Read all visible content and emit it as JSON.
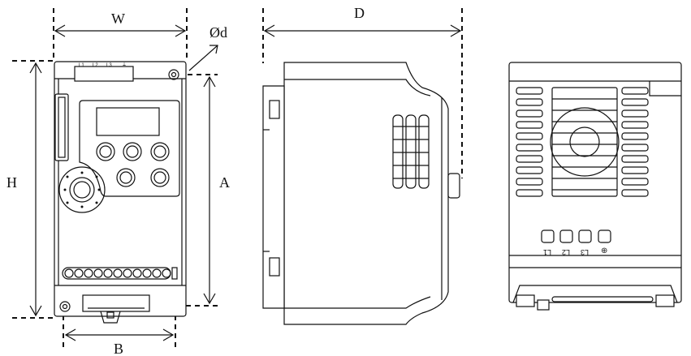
{
  "dimensions": {
    "width_label": "W",
    "diameter_label": "Ød",
    "depth_label": "D",
    "height_label": "H",
    "mount_height_label": "A",
    "mount_width_label": "B"
  },
  "front_view": {
    "terminal_labels": [
      "L1",
      "L2",
      "L3",
      "⏚"
    ]
  },
  "bottom_view": {
    "terminal_labels": [
      "L1",
      "L2",
      "L3",
      "⊕"
    ]
  }
}
